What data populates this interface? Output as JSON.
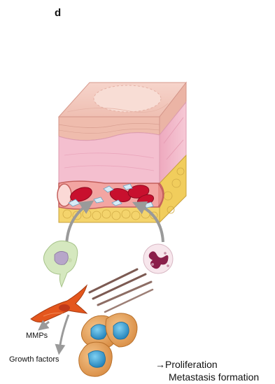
{
  "panel_label": "d",
  "labels": {
    "mmps": "MMPs",
    "growth_factors": "Growth factors"
  },
  "outcomes": {
    "line1": "→Proliferation",
    "line2": "Metastasis formation"
  },
  "colors": {
    "epidermis": "#f2c2b3",
    "dermis": "#f2b9c8",
    "fat": "#f3d36a",
    "vessel": "#f0a0a0",
    "rbc": "#c8102e",
    "immune_cell": "#cfe3b9",
    "neutrophil": "#f5e3ea",
    "fibroblast": "#e2531d",
    "tumor_cell_outer": "#e7a45c",
    "tumor_cell_nucleus": "#2f9bd0",
    "arrow_gray": "#999999"
  },
  "icons": [
    "skin-tissue-block",
    "blood-vessel",
    "red-blood-cell",
    "platelet",
    "macrophage",
    "neutrophil",
    "fibroblast",
    "tumor-cell"
  ]
}
